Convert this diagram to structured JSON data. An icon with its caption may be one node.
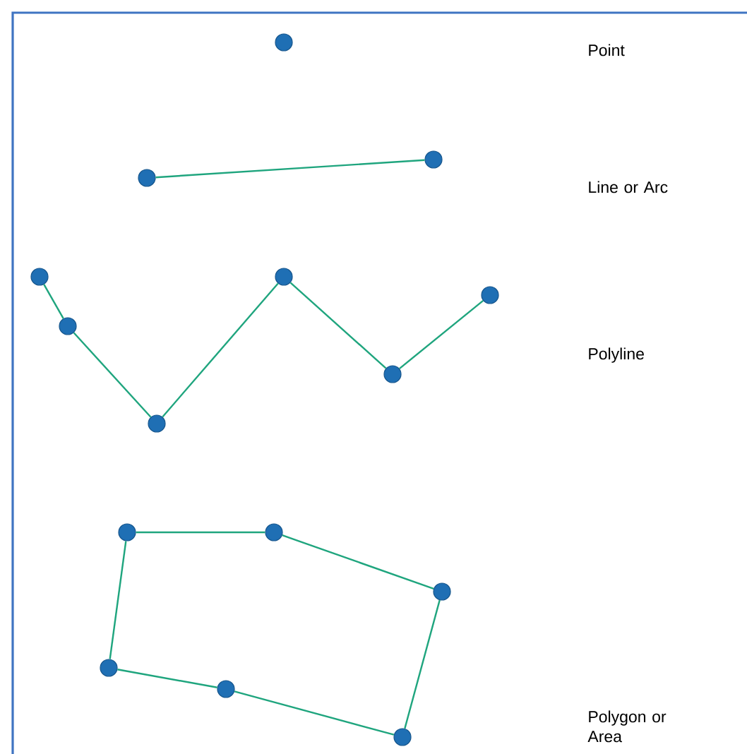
{
  "diagram": {
    "nodes": [
      {
        "text": [],
        "shape": "circle"
      },
      {
        "text": [],
        "shape": "circle"
      },
      {
        "text": [],
        "shape": "circle"
      },
      {
        "text": [],
        "shape": "circle"
      },
      {
        "text": [],
        "shape": "circle"
      },
      {
        "text": [],
        "shape": "circle"
      },
      {
        "text": [],
        "shape": "circle"
      },
      {
        "text": [],
        "shape": "circle"
      },
      {
        "text": [],
        "shape": "circle"
      },
      {
        "text": [],
        "shape": "circle"
      },
      {
        "text": [],
        "shape": "circle"
      },
      {
        "text": [],
        "shape": "circle"
      },
      {
        "text": [],
        "shape": "circle"
      },
      {
        "text": [],
        "shape": "circle"
      },
      {
        "text": [],
        "shape": "circle"
      }
    ],
    "edges": [
      {
        "from": 1,
        "to": 2,
        "arrow": "none"
      },
      {
        "from": 3,
        "to": 4,
        "arrow": "none"
      },
      {
        "from": 4,
        "to": 5,
        "arrow": "none"
      },
      {
        "from": 5,
        "to": 6,
        "arrow": "none"
      },
      {
        "from": 6,
        "to": 7,
        "arrow": "none"
      },
      {
        "from": 7,
        "to": 8,
        "arrow": "none"
      },
      {
        "from": 9,
        "to": 10,
        "arrow": "none"
      },
      {
        "from": 10,
        "to": 11,
        "arrow": "none"
      },
      {
        "from": 11,
        "to": 12,
        "arrow": "none"
      },
      {
        "from": 12,
        "to": 13,
        "arrow": "none"
      },
      {
        "from": 13,
        "to": 14,
        "arrow": "none"
      },
      {
        "from": 14,
        "to": 9,
        "arrow": "none"
      }
    ],
    "labels": [
      "Point",
      "Line or Arc",
      "Polyline",
      "Polygon or Area"
    ]
  }
}
